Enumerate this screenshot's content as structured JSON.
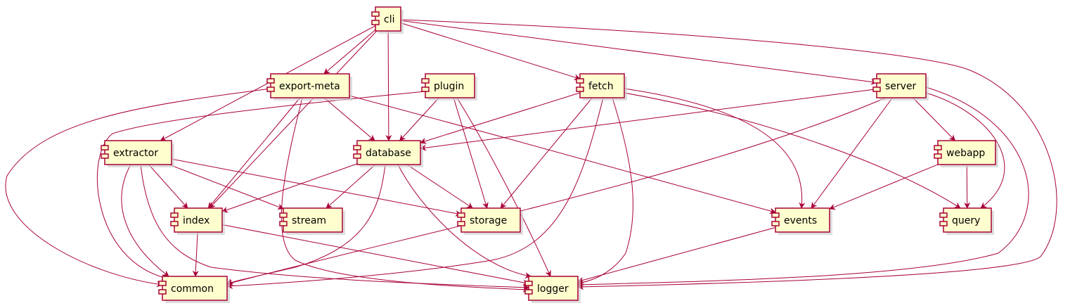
{
  "diagram": {
    "edge_color": "#A80036",
    "node_fill": "#FEFECE",
    "node_stroke": "#A80036",
    "nodes": [
      {
        "id": "cli",
        "label": "cli"
      },
      {
        "id": "export-meta",
        "label": "export-meta"
      },
      {
        "id": "plugin",
        "label": "plugin"
      },
      {
        "id": "fetch",
        "label": "fetch"
      },
      {
        "id": "server",
        "label": "server"
      },
      {
        "id": "extractor",
        "label": "extractor"
      },
      {
        "id": "database",
        "label": "database"
      },
      {
        "id": "webapp",
        "label": "webapp"
      },
      {
        "id": "index",
        "label": "index"
      },
      {
        "id": "stream",
        "label": "stream"
      },
      {
        "id": "storage",
        "label": "storage"
      },
      {
        "id": "events",
        "label": "events"
      },
      {
        "id": "query",
        "label": "query"
      },
      {
        "id": "common",
        "label": "common"
      },
      {
        "id": "logger",
        "label": "logger"
      }
    ],
    "edges": [
      {
        "from": "cli",
        "to": "extractor"
      },
      {
        "from": "cli",
        "to": "index"
      },
      {
        "from": "cli",
        "to": "export-meta"
      },
      {
        "from": "cli",
        "to": "database"
      },
      {
        "from": "cli",
        "to": "fetch"
      },
      {
        "from": "cli",
        "to": "server"
      },
      {
        "from": "cli",
        "to": "logger"
      },
      {
        "from": "export-meta",
        "to": "common"
      },
      {
        "from": "export-meta",
        "to": "index"
      },
      {
        "from": "export-meta",
        "to": "database"
      },
      {
        "from": "export-meta",
        "to": "logger"
      },
      {
        "from": "export-meta",
        "to": "events"
      },
      {
        "from": "plugin",
        "to": "common"
      },
      {
        "from": "plugin",
        "to": "database"
      },
      {
        "from": "plugin",
        "to": "storage"
      },
      {
        "from": "plugin",
        "to": "logger"
      },
      {
        "from": "fetch",
        "to": "database"
      },
      {
        "from": "fetch",
        "to": "storage"
      },
      {
        "from": "fetch",
        "to": "common"
      },
      {
        "from": "fetch",
        "to": "logger"
      },
      {
        "from": "fetch",
        "to": "events"
      },
      {
        "from": "fetch",
        "to": "query"
      },
      {
        "from": "server",
        "to": "database"
      },
      {
        "from": "server",
        "to": "common"
      },
      {
        "from": "server",
        "to": "events"
      },
      {
        "from": "server",
        "to": "webapp"
      },
      {
        "from": "server",
        "to": "query"
      },
      {
        "from": "server",
        "to": "logger"
      },
      {
        "from": "extractor",
        "to": "index"
      },
      {
        "from": "extractor",
        "to": "stream"
      },
      {
        "from": "extractor",
        "to": "storage"
      },
      {
        "from": "extractor",
        "to": "common"
      },
      {
        "from": "extractor",
        "to": "logger"
      },
      {
        "from": "database",
        "to": "index"
      },
      {
        "from": "database",
        "to": "stream"
      },
      {
        "from": "database",
        "to": "storage"
      },
      {
        "from": "database",
        "to": "common"
      },
      {
        "from": "database",
        "to": "logger"
      },
      {
        "from": "webapp",
        "to": "events"
      },
      {
        "from": "webapp",
        "to": "query"
      },
      {
        "from": "index",
        "to": "common"
      },
      {
        "from": "index",
        "to": "logger"
      },
      {
        "from": "events",
        "to": "logger"
      }
    ]
  }
}
